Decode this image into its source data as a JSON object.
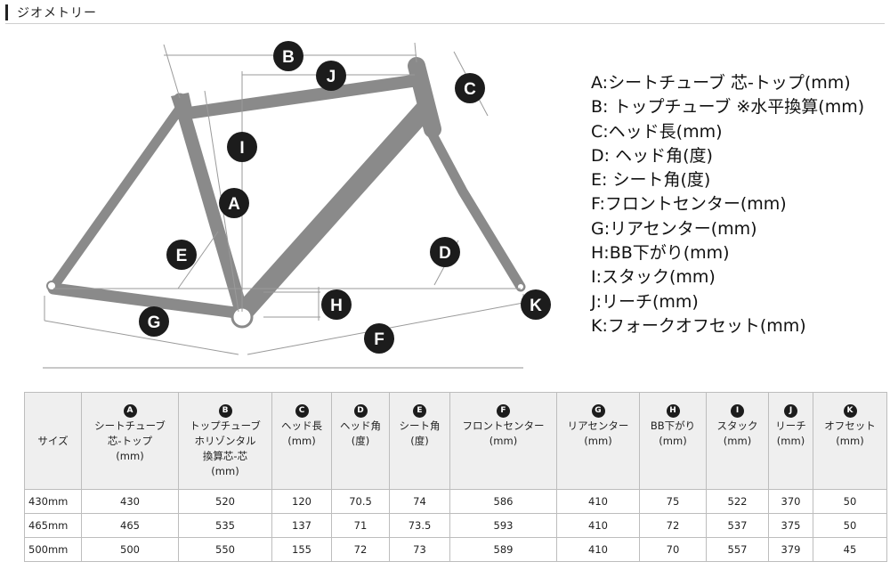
{
  "header": {
    "title": "ジオメトリー"
  },
  "diagram": {
    "labels": [
      "A",
      "B",
      "C",
      "D",
      "E",
      "F",
      "G",
      "H",
      "I",
      "J",
      "K"
    ]
  },
  "legend": [
    "A:シートチューブ 芯-トップ(mm)",
    "B: トップチューブ ※水平換算(mm)",
    "C:ヘッド長(mm)",
    "D: ヘッド角(度)",
    "E: シート角(度)",
    "F:フロントセンター(mm)",
    "G:リアセンター(mm)",
    "H:BB下がり(mm)",
    "I:スタック(mm)",
    "J:リーチ(mm)",
    "K:フォークオフセット(mm)"
  ],
  "table": {
    "size_header": "サイズ",
    "columns": [
      {
        "badge": "A",
        "label": "シートチューブ\n芯-トップ\n(mm)"
      },
      {
        "badge": "B",
        "label": "トップチューブ\nホリゾンタル\n換算芯-芯\n(mm)"
      },
      {
        "badge": "C",
        "label": "ヘッド長\n(mm)"
      },
      {
        "badge": "D",
        "label": "ヘッド角\n(度)"
      },
      {
        "badge": "E",
        "label": "シート角\n(度)"
      },
      {
        "badge": "F",
        "label": "フロントセンター\n(mm)"
      },
      {
        "badge": "G",
        "label": "リアセンター\n(mm)"
      },
      {
        "badge": "H",
        "label": "BB下がり\n(mm)"
      },
      {
        "badge": "I",
        "label": "スタック\n(mm)"
      },
      {
        "badge": "J",
        "label": "リーチ\n(mm)"
      },
      {
        "badge": "K",
        "label": "オフセット\n(mm)"
      }
    ],
    "rows": [
      {
        "size": "430mm",
        "values": [
          "430",
          "520",
          "120",
          "70.5",
          "74",
          "586",
          "410",
          "75",
          "522",
          "370",
          "50"
        ]
      },
      {
        "size": "465mm",
        "values": [
          "465",
          "535",
          "137",
          "71",
          "73.5",
          "593",
          "410",
          "72",
          "537",
          "375",
          "50"
        ]
      },
      {
        "size": "500mm",
        "values": [
          "500",
          "550",
          "155",
          "72",
          "73",
          "589",
          "410",
          "70",
          "557",
          "379",
          "45"
        ]
      }
    ]
  }
}
